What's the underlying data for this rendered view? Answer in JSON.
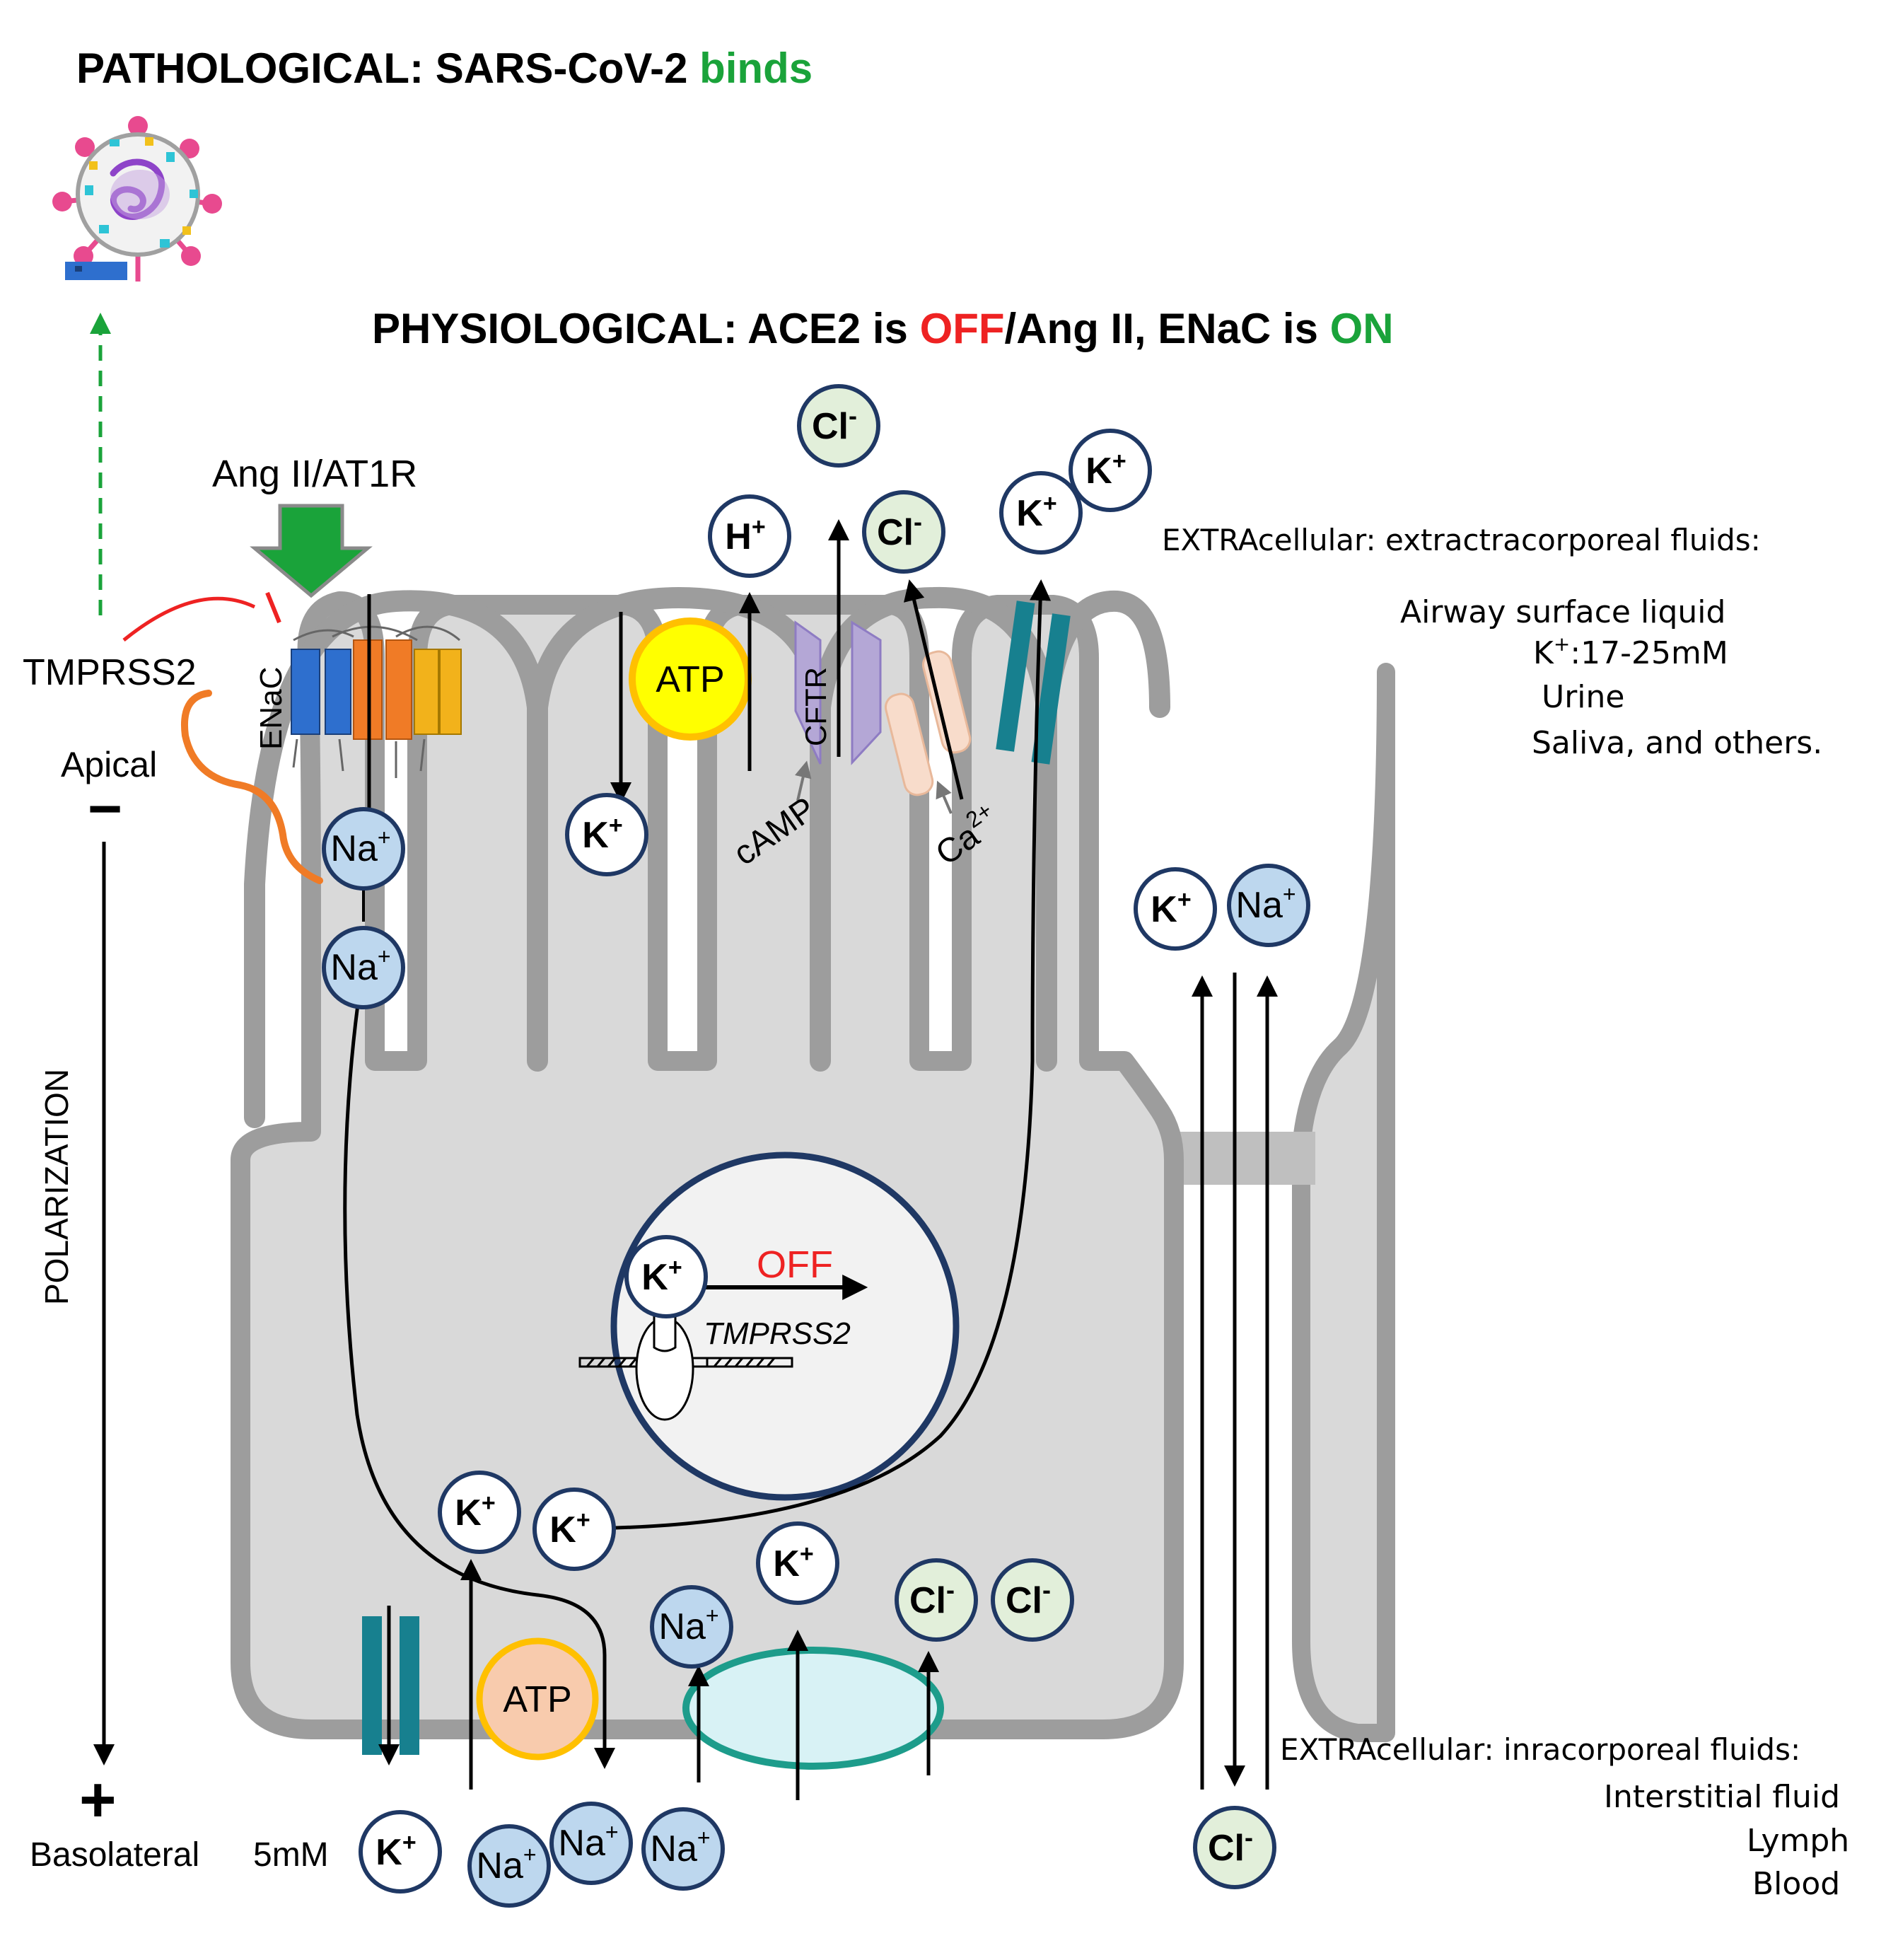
{
  "titles": {
    "pathological_prefix": "PATHOLOGICAL: SARS-CoV-2 ",
    "pathological_highlight": "binds",
    "physiological_prefix": "PHYSIOLOGICAL: ACE2 is ",
    "physiological_off": "OFF",
    "physiological_mid": "/Ang II, ENaC is ",
    "physiological_on": "ON"
  },
  "labels": {
    "ang_receptor": "Ang II/AT1R",
    "tmprss2": "TMPRSS2",
    "enac": "ENaC",
    "apical": "Apical",
    "minus": "−",
    "plus": "+",
    "polarization": "POLARIZATION",
    "basolateral": "Basolateral",
    "basolateral_k_conc": "5mM",
    "atp": "ATP",
    "cftr": "CFTR",
    "camp": "cAMP",
    "calcium": "Ca",
    "calcium_sup": "2+",
    "nucleus_off": "OFF",
    "nucleus_gene": "TMPRSS2"
  },
  "extracellular_apical": {
    "heading": "EXTRAcellular: extractracorporeal  fluids:",
    "fluid": "Airway surface liquid",
    "k_conc_prefix": "K",
    "k_conc_sup": "+",
    "k_conc_value": ":17-25mM",
    "item2": "Urine",
    "item3": "Saliva, and others."
  },
  "extracellular_basal": {
    "heading": "EXTRAcellular: inracorporeal  fluids:",
    "item1": "Interstitial fluid",
    "item2": "Lymph",
    "item3": "Blood"
  },
  "ions": {
    "na": {
      "symbol": "Na",
      "charge": "+"
    },
    "k": {
      "symbol": "K",
      "charge": "+"
    },
    "h": {
      "symbol": "H",
      "charge": "+"
    },
    "cl": {
      "symbol": "Cl",
      "charge": "-"
    }
  },
  "colors": {
    "title_green": "#1aa33a",
    "title_red": "#ee2222",
    "cell_border": "#9d9d9d",
    "cytoplasm": "#d9d9d9",
    "ion_border": "#1f3864",
    "na_fill": "#bdd7ee",
    "cl_fill": "#e2efda",
    "k_fill": "#ffffff",
    "atp_apical": "#ffff00",
    "atp_apical_border": "#ffc000",
    "atp_basal": "#f8cbad",
    "channel_teal": "#17808f",
    "pump_fill": "#d8f2f5",
    "pump_border": "#1d9c8b",
    "cftr": "#b4a7d6",
    "enac_blue": "#2e6fce",
    "enac_orange": "#f07b26",
    "enac_yellow": "#f2b21b",
    "arrow_green": "#1aa33a"
  }
}
